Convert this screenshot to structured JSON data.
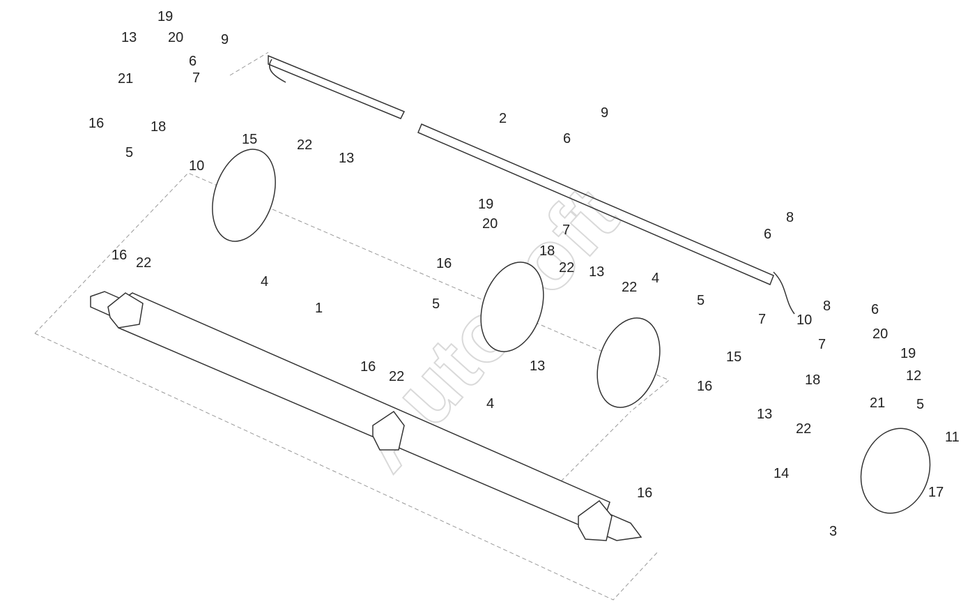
{
  "watermark": {
    "text": "Autosoft"
  },
  "parts": {
    "shaft": "1",
    "tine_bar": "2",
    "end_disc": "3",
    "disc": "4",
    "crank": "5",
    "clamp": "6",
    "bracket": "7",
    "clamp_alt": "8",
    "clamp_top": "9",
    "plate": "10",
    "lever": "11",
    "washer": "12",
    "nut": "13",
    "bushing": "14",
    "bolt_a": "15",
    "bolt_b": "16",
    "bolt_c": "17",
    "pin": "18",
    "bearing": "19",
    "ring": "20",
    "spacer": "21",
    "lock_washer": "22"
  }
}
